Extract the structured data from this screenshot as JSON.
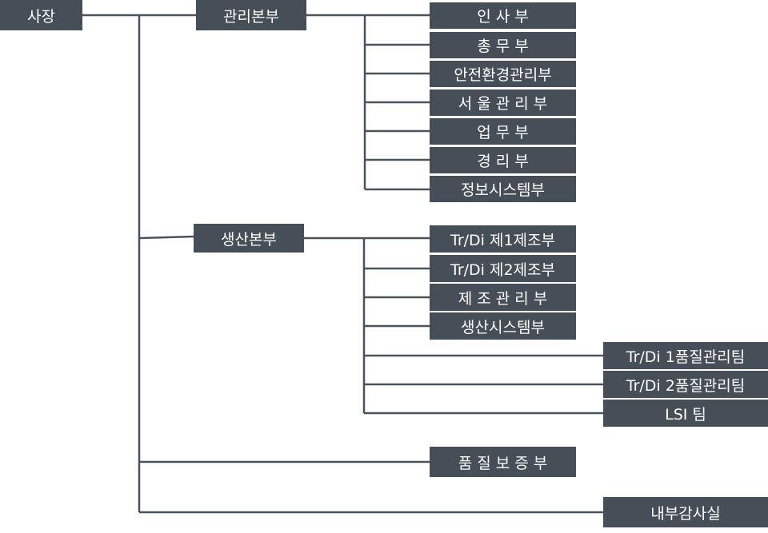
{
  "colors": {
    "box": "#464f58",
    "line": "#4a525a",
    "text": "#ffffff"
  },
  "ceo": "사장",
  "divisions": {
    "admin": {
      "label": "관리본부",
      "departments": [
        "인 사 부",
        "총 무 부",
        "안전환경관리부",
        "서 울 관 리 부",
        "업 무 부",
        "경 리 부",
        "정보시스템부"
      ]
    },
    "production": {
      "label": "생산본부",
      "departments": [
        "Tr/Di 제1제조부",
        "Tr/Di 제2제조부",
        "제 조 관 리 부",
        "생산시스템부"
      ],
      "teams": [
        "Tr/Di 1품질관리팀",
        "Tr/Di 2품질관리팀",
        "LSI 팀"
      ]
    }
  },
  "quality_assurance": "품 질 보 증 부",
  "internal_audit": "내부감사실"
}
